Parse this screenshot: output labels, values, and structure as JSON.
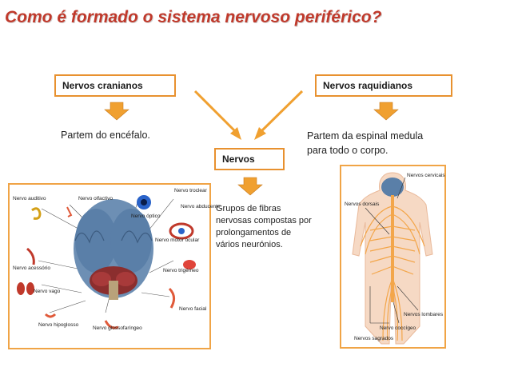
{
  "title": "Como é formado o sistema nervoso periférico?",
  "boxes": {
    "cranial": "Nervos cranianos",
    "spinal": "Nervos raquidianos",
    "nerves": "Nervos"
  },
  "descriptions": {
    "cranial": "Partem do encéfalo.",
    "spinal_line1": "Partem da espinal medula",
    "spinal_line2": "para todo o corpo.",
    "nerves_line1": "Grupos de fibras",
    "nerves_line2": "nervosas compostas por",
    "nerves_line3": "prolongamentos de",
    "nerves_line4": "vários neurónios."
  },
  "brain_labels": {
    "auditivo": "Nervo auditivo",
    "olfactivo": "Nervo olfactivo",
    "optico": "Nervo óptico",
    "troclear": "Nervo troclear",
    "abducente": "Nervo abducente",
    "motor_ocular": "Nervo motor ocular",
    "acessorio": "Nervo acessório",
    "trigemeo": "Nervo trigémeo",
    "vago": "Nervo vago",
    "facial": "Nervo facial",
    "hipoglosso": "Nervo hipoglosso",
    "glossofaringeo": "Nervo glossofaríngeo"
  },
  "body_labels": {
    "cervicais": "Nervos cervicais",
    "dorsais": "Nervos dorsais",
    "lombares": "Nervos lombares",
    "coccigeo": "Nervo coccígeo",
    "sagrados": "Nervos sagrados"
  },
  "colors": {
    "title": "#c0392b",
    "box_border": "#e8912f",
    "arrow": "#f0a030",
    "frame": "#f0a446",
    "nerve": "#f3a64a",
    "body_fill": "#f6d9c4"
  }
}
